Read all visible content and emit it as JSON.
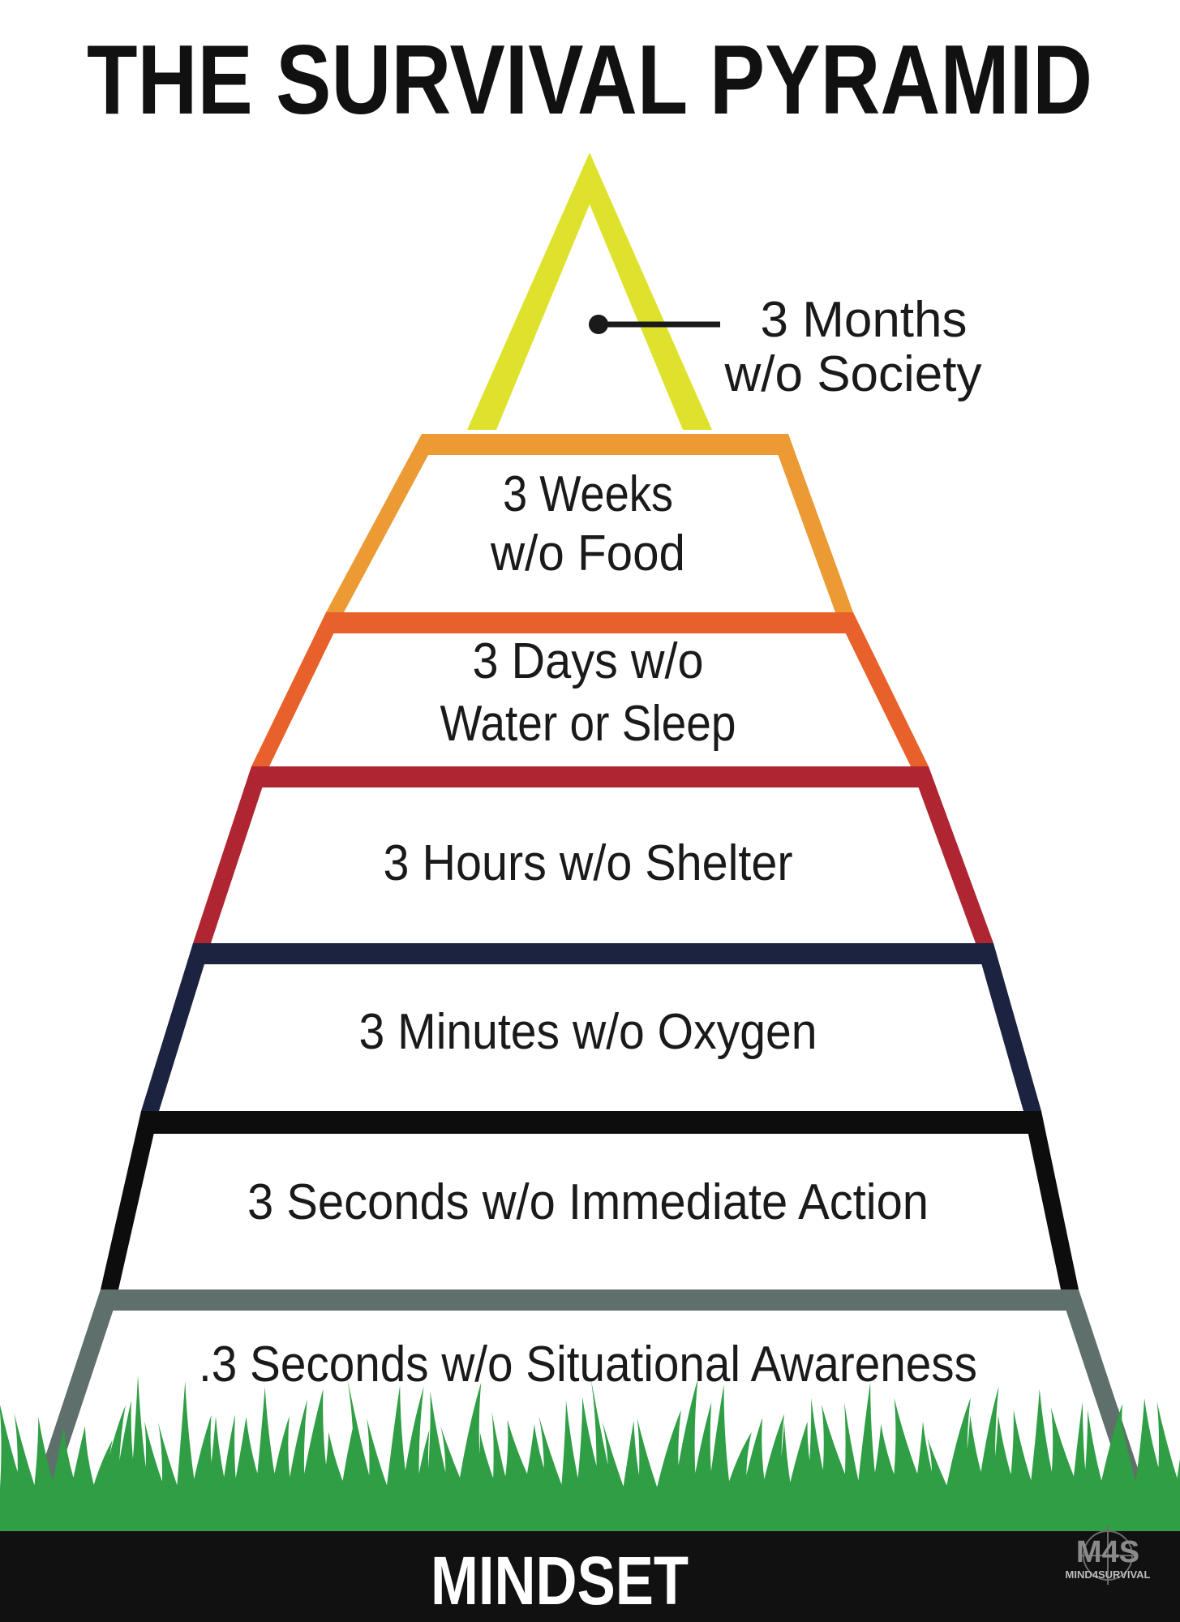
{
  "title": "THE SURVIVAL PYRAMID",
  "tiers": [
    {
      "lines": [
        ".3 Seconds w/o Situational Awareness"
      ],
      "color": "#5f6f6b",
      "icon": "pyramid-base-tier"
    },
    {
      "lines": [
        "3 Seconds w/o Immediate Action"
      ],
      "color": "#0d0d0d"
    },
    {
      "lines": [
        "3 Minutes w/o Oxygen"
      ],
      "color": "#1b2341"
    },
    {
      "lines": [
        "3 Hours w/o Shelter"
      ],
      "color": "#b02532"
    },
    {
      "lines": [
        "3 Days w/o",
        "Water or Sleep"
      ],
      "color": "#e8602a"
    },
    {
      "lines": [
        "3 Weeks",
        "w/o Food"
      ],
      "color": "#eb9a34"
    }
  ],
  "apex": {
    "lines": [
      "3 Months",
      "w/o Society"
    ],
    "color": "#dfe22c"
  },
  "footer": {
    "label": "MINDSET",
    "bar_color": "#111111"
  },
  "grass": {
    "color": "#2f9e44",
    "icon": "grass-icon"
  },
  "logo": {
    "mark": "M4S",
    "caption": "MIND4SURVIVAL",
    "icon": "compass-logo-icon"
  }
}
